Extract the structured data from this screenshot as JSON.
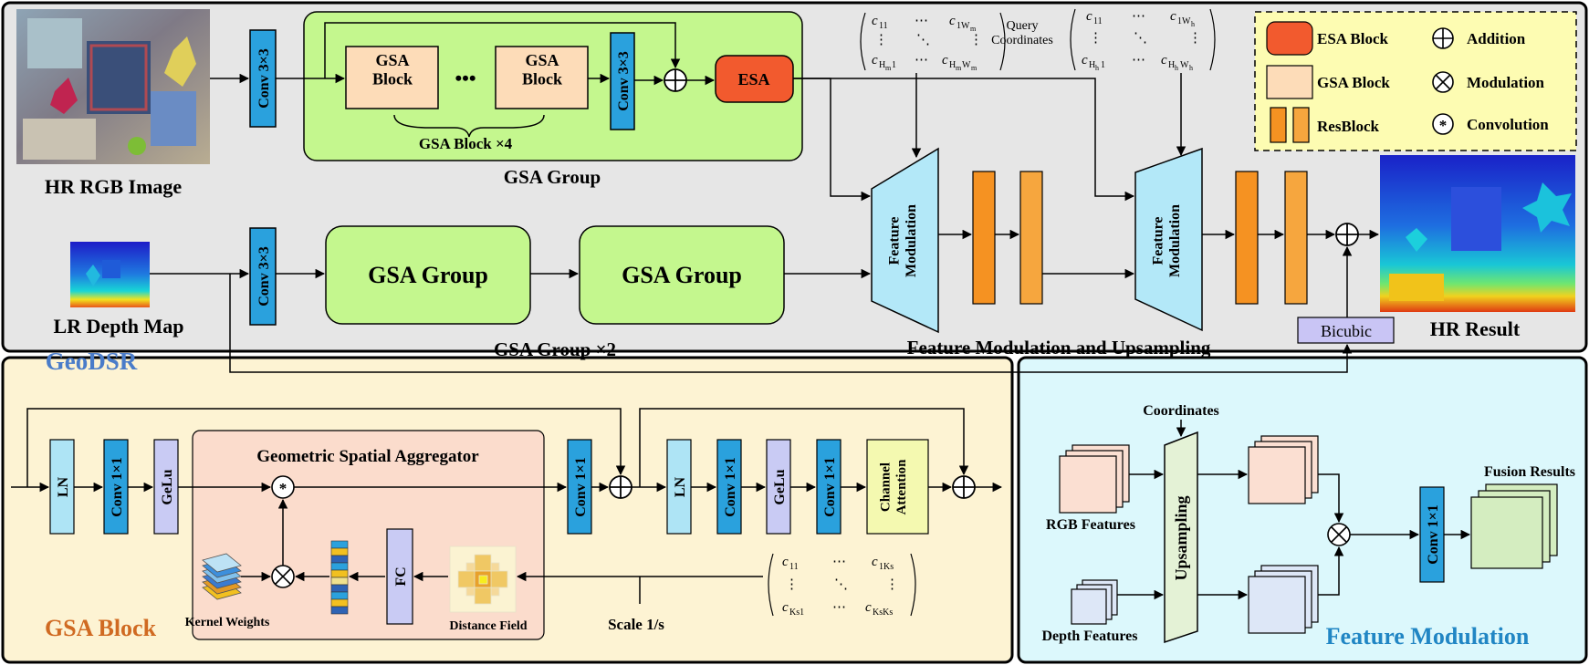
{
  "colors": {
    "top_panel_bg": "#e6e6e6",
    "gsa_block_panel_bg": "#fdf3d3",
    "feature_mod_panel_bg": "#dcf8fc",
    "gsa_group_green": "#c4f78e",
    "gsa_block_peach": "#fddcb8",
    "esa_orange": "#f25a2e",
    "conv_blue": "#2aa1dd",
    "ln_blue": "#aee4f5",
    "gelu_lavender": "#c9cbf4",
    "resblock_orange": "#f59222",
    "modulation_trap": "#b3e8f8",
    "upsampling_green": "#e4f2d6",
    "channel_attention": "#f4f9b0",
    "bicubic": "#c9c5f5",
    "legend_bg": "#fdfcb2",
    "label_blue": "#4a7cc9",
    "label_orange": "#d06a22",
    "label_teal": "#2186c4"
  },
  "top": {
    "hr_rgb_label": "HR RGB Image",
    "lr_depth_label": "LR Depth Map",
    "hr_result_label": "HR Result",
    "model_name": "GeoDSR",
    "conv3_label": "Conv 3×3",
    "gsa_block_label": "GSA\nBlock",
    "ellipsis": "•••",
    "gsa_block_x4": "GSA Block ×4",
    "esa_label": "ESA",
    "gsa_group_title": "GSA Group",
    "gsa_group_box": "GSA Group",
    "gsa_group_x2": "GSA Group ×2",
    "query_label": "Query\nCoordinates",
    "feature_modulation_label": "Feature\nModulation",
    "fmu_title": "Feature Modulation and Upsampling",
    "bicubic_label": "Bicubic"
  },
  "legend": {
    "esa": "ESA Block",
    "gsa": "GSA Block",
    "resblock": "ResBlock",
    "addition": "Addition",
    "modulation": "Modulation",
    "convolution": "Convolution"
  },
  "gsa_block": {
    "title": "GSA Block",
    "ln": "LN",
    "conv1": "Conv 1×1",
    "gelu": "GeLu",
    "aggregator_title": "Geometric Spatial Aggregator",
    "kernel_weights": "Kernel Weights",
    "fc": "FC",
    "distance_field": "Distance Field",
    "scale": "Scale 1/s",
    "channel_attention": "Channel\nAttention"
  },
  "feature_mod": {
    "title": "Feature Modulation",
    "coordinates": "Coordinates",
    "upsampling": "Upsampling",
    "rgb_features": "RGB Features",
    "depth_features": "Depth Features",
    "fusion_results": "Fusion Results",
    "conv1": "Conv 1×1"
  }
}
